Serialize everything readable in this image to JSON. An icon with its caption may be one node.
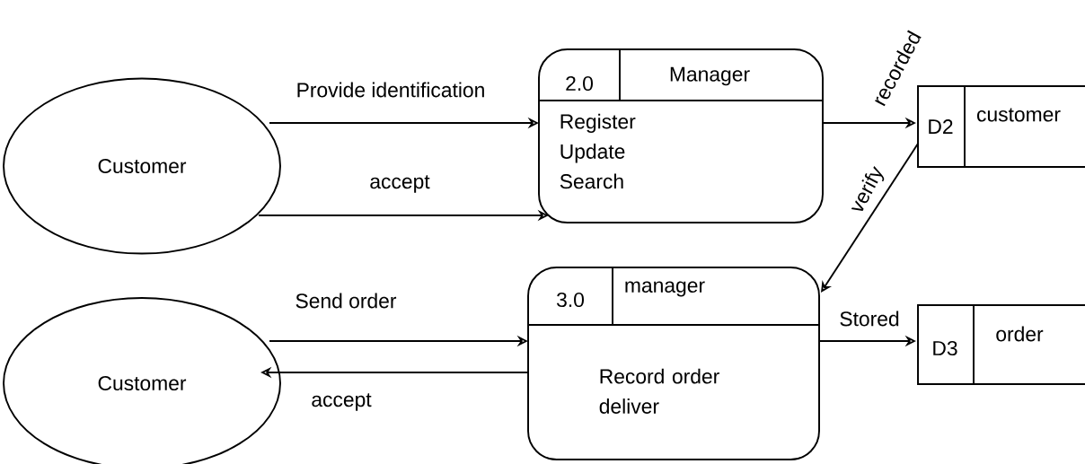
{
  "diagram": {
    "nodes": [
      {
        "text": [
          "Customer"
        ]
      },
      {
        "text": [
          "2.0",
          "Manager",
          "Register Update Search"
        ]
      },
      {
        "text": [
          "D2",
          "customer"
        ]
      },
      {
        "text": [
          "Customer"
        ]
      },
      {
        "text": [
          "3.0",
          "manager",
          "Record order deliver"
        ]
      },
      {
        "text": [
          "D3",
          "order"
        ]
      }
    ],
    "edges": [
      {
        "from": 0,
        "to": 1,
        "arrow": "to",
        "label": "Provide identification"
      },
      {
        "from": 0,
        "to": 1,
        "arrow": "to",
        "label": "accept"
      },
      {
        "from": 1,
        "to": 2,
        "arrow": "to",
        "label": "recorded"
      },
      {
        "from": 2,
        "to": 4,
        "arrow": "to",
        "label": "verify"
      },
      {
        "from": 3,
        "to": 4,
        "arrow": "to",
        "label": "Send order"
      },
      {
        "from": 4,
        "to": 3,
        "arrow": "to",
        "label": "accept"
      },
      {
        "from": 4,
        "to": 5,
        "arrow": "to",
        "label": "Stored"
      }
    ]
  }
}
